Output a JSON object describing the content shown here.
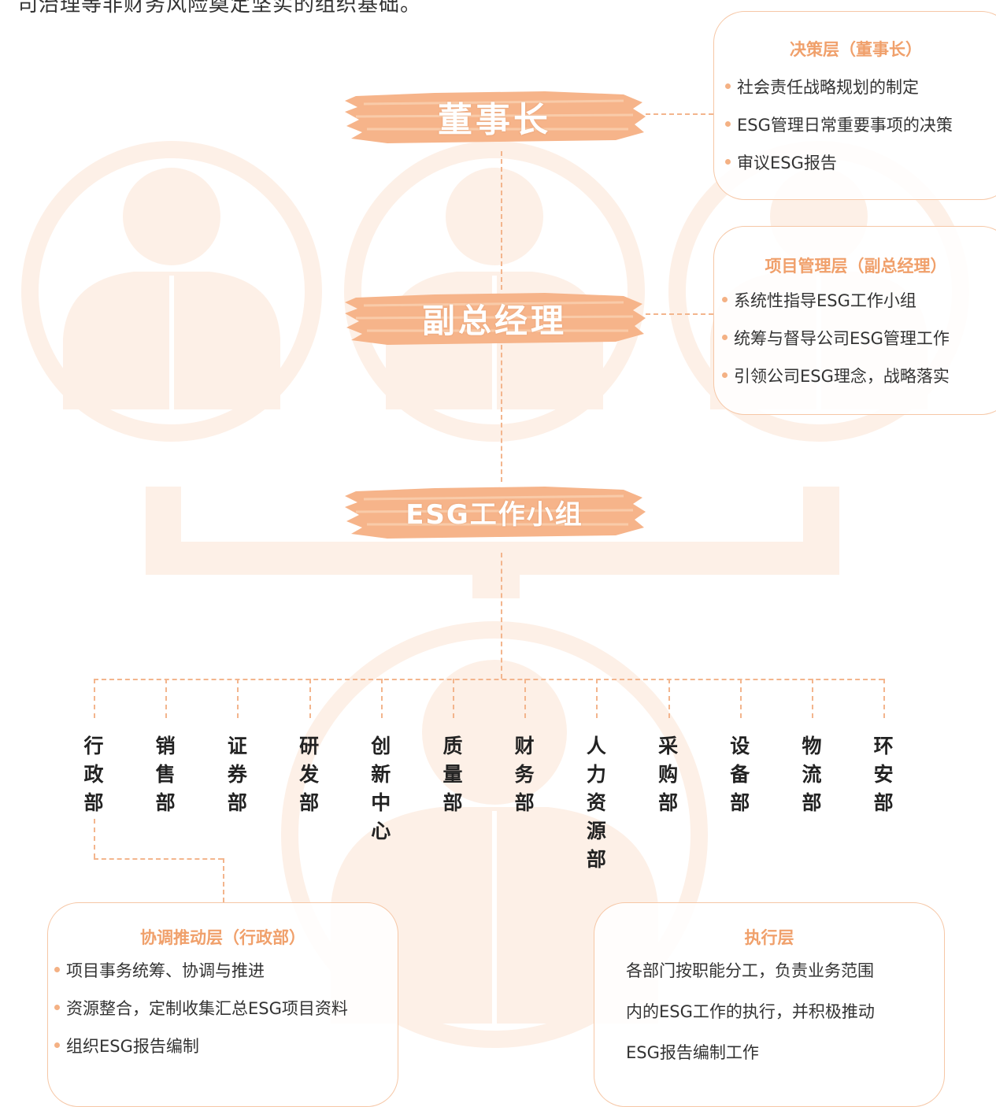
{
  "intro_text": "司治理等非财务风险奠定坚实的组织基础。",
  "nodes": {
    "chairman": "董事长",
    "vice_gm": "副总经理",
    "esg_group": "ESG工作小组"
  },
  "decision_box": {
    "title": "决策层（董事长）",
    "items": [
      "社会责任战略规划的制定",
      "ESG管理日常重要事项的决策",
      "审议ESG报告"
    ]
  },
  "project_box": {
    "title": "项目管理层（副总经理）",
    "items": [
      "系统性指导ESG工作小组",
      "统筹与督导公司ESG管理工作",
      "引领公司ESG理念，战略落实"
    ]
  },
  "departments": [
    "行政部",
    "销售部",
    "证券部",
    "研发部",
    "创新中心",
    "质量部",
    "财务部",
    "人力资源部",
    "采购部",
    "设备部",
    "物流部",
    "环安部"
  ],
  "coord_box": {
    "title": "协调推动层（行政部）",
    "items": [
      "项目事务统筹、协调与推进",
      "资源整合，定制收集汇总ESG项目资料",
      "组织ESG报告编制"
    ]
  },
  "exec_box": {
    "title": "执行层",
    "lines": [
      "各部门按职能分工，负责业务范围",
      "内的ESG工作的执行，并积极推动",
      "ESG报告编制工作"
    ]
  },
  "colors": {
    "accent": "#f4a97a",
    "accent_dark": "#f0a06b",
    "line": "#f3b58d",
    "watermark": "#fdf0e7"
  },
  "icons": [
    "person-silhouette-icon",
    "brush-stroke-icon",
    "bullet-dot-icon"
  ]
}
